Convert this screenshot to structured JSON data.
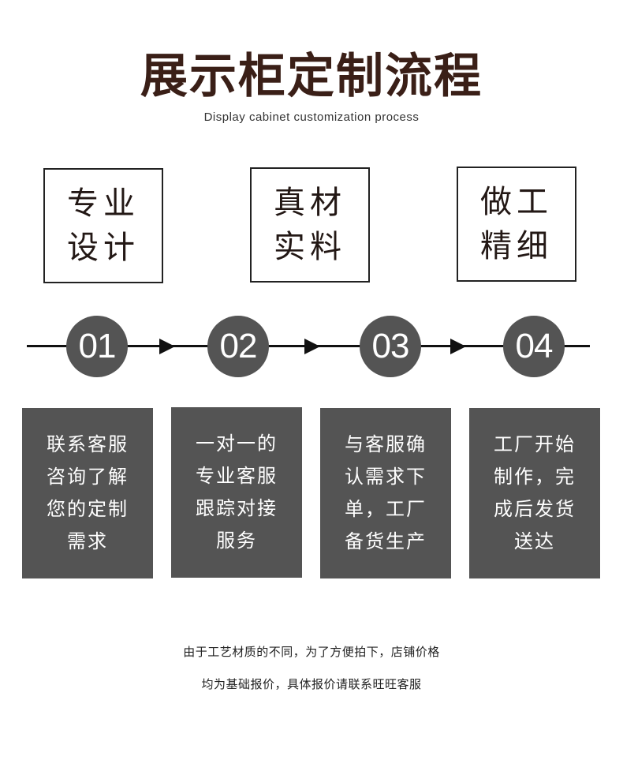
{
  "header": {
    "title": "展示柜定制流程",
    "subtitle": "Display cabinet customization process"
  },
  "features": [
    {
      "line1": "专业",
      "line2": "设计"
    },
    {
      "line1": "真材",
      "line2": "实料"
    },
    {
      "line1": "做工",
      "line2": "精细"
    }
  ],
  "steps": [
    {
      "number": "01",
      "lines": [
        "联系客服",
        "咨询了解",
        "您的定制",
        "需求"
      ]
    },
    {
      "number": "02",
      "lines": [
        "一对一的",
        "专业客服",
        "跟踪对接",
        "服务"
      ]
    },
    {
      "number": "03",
      "lines": [
        "与客服确",
        "认需求下",
        "单，工厂",
        "备货生产"
      ]
    },
    {
      "number": "04",
      "lines": [
        "工厂开始",
        "制作，完",
        "成后发货",
        "送达"
      ]
    }
  ],
  "footer": {
    "note_line1": "由于工艺材质的不同，为了方便拍下，店铺价格",
    "note_line2": "均为基础报价，具体报价请联系旺旺客服"
  },
  "colors": {
    "title": "#3a1f17",
    "step_fill": "#545454",
    "line": "#111111"
  }
}
